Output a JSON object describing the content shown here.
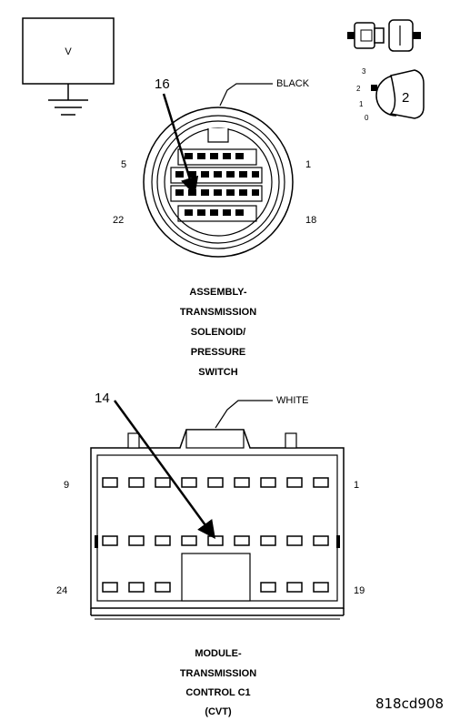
{
  "voltmeter": {
    "symbol": "V"
  },
  "ignition": {
    "positions": [
      "3",
      "2",
      "1",
      "0"
    ],
    "selected": "2"
  },
  "connector_top": {
    "color": "BLACK",
    "pin_callout": "16",
    "pin_labels": {
      "top_left": "5",
      "top_right": "1",
      "bottom_left": "22",
      "bottom_right": "18"
    },
    "caption": [
      "ASSEMBLY-",
      "TRANSMISSION",
      "SOLENOID/",
      "PRESSURE",
      "SWITCH"
    ]
  },
  "connector_bottom": {
    "color": "WHITE",
    "pin_callout": "14",
    "pin_labels": {
      "top_left": "9",
      "top_right": "1",
      "bottom_left": "24",
      "bottom_right": "19"
    },
    "caption": [
      "MODULE-",
      "TRANSMISSION",
      "CONTROL C1",
      "(CVT)"
    ]
  },
  "figure_code": "818cd908"
}
